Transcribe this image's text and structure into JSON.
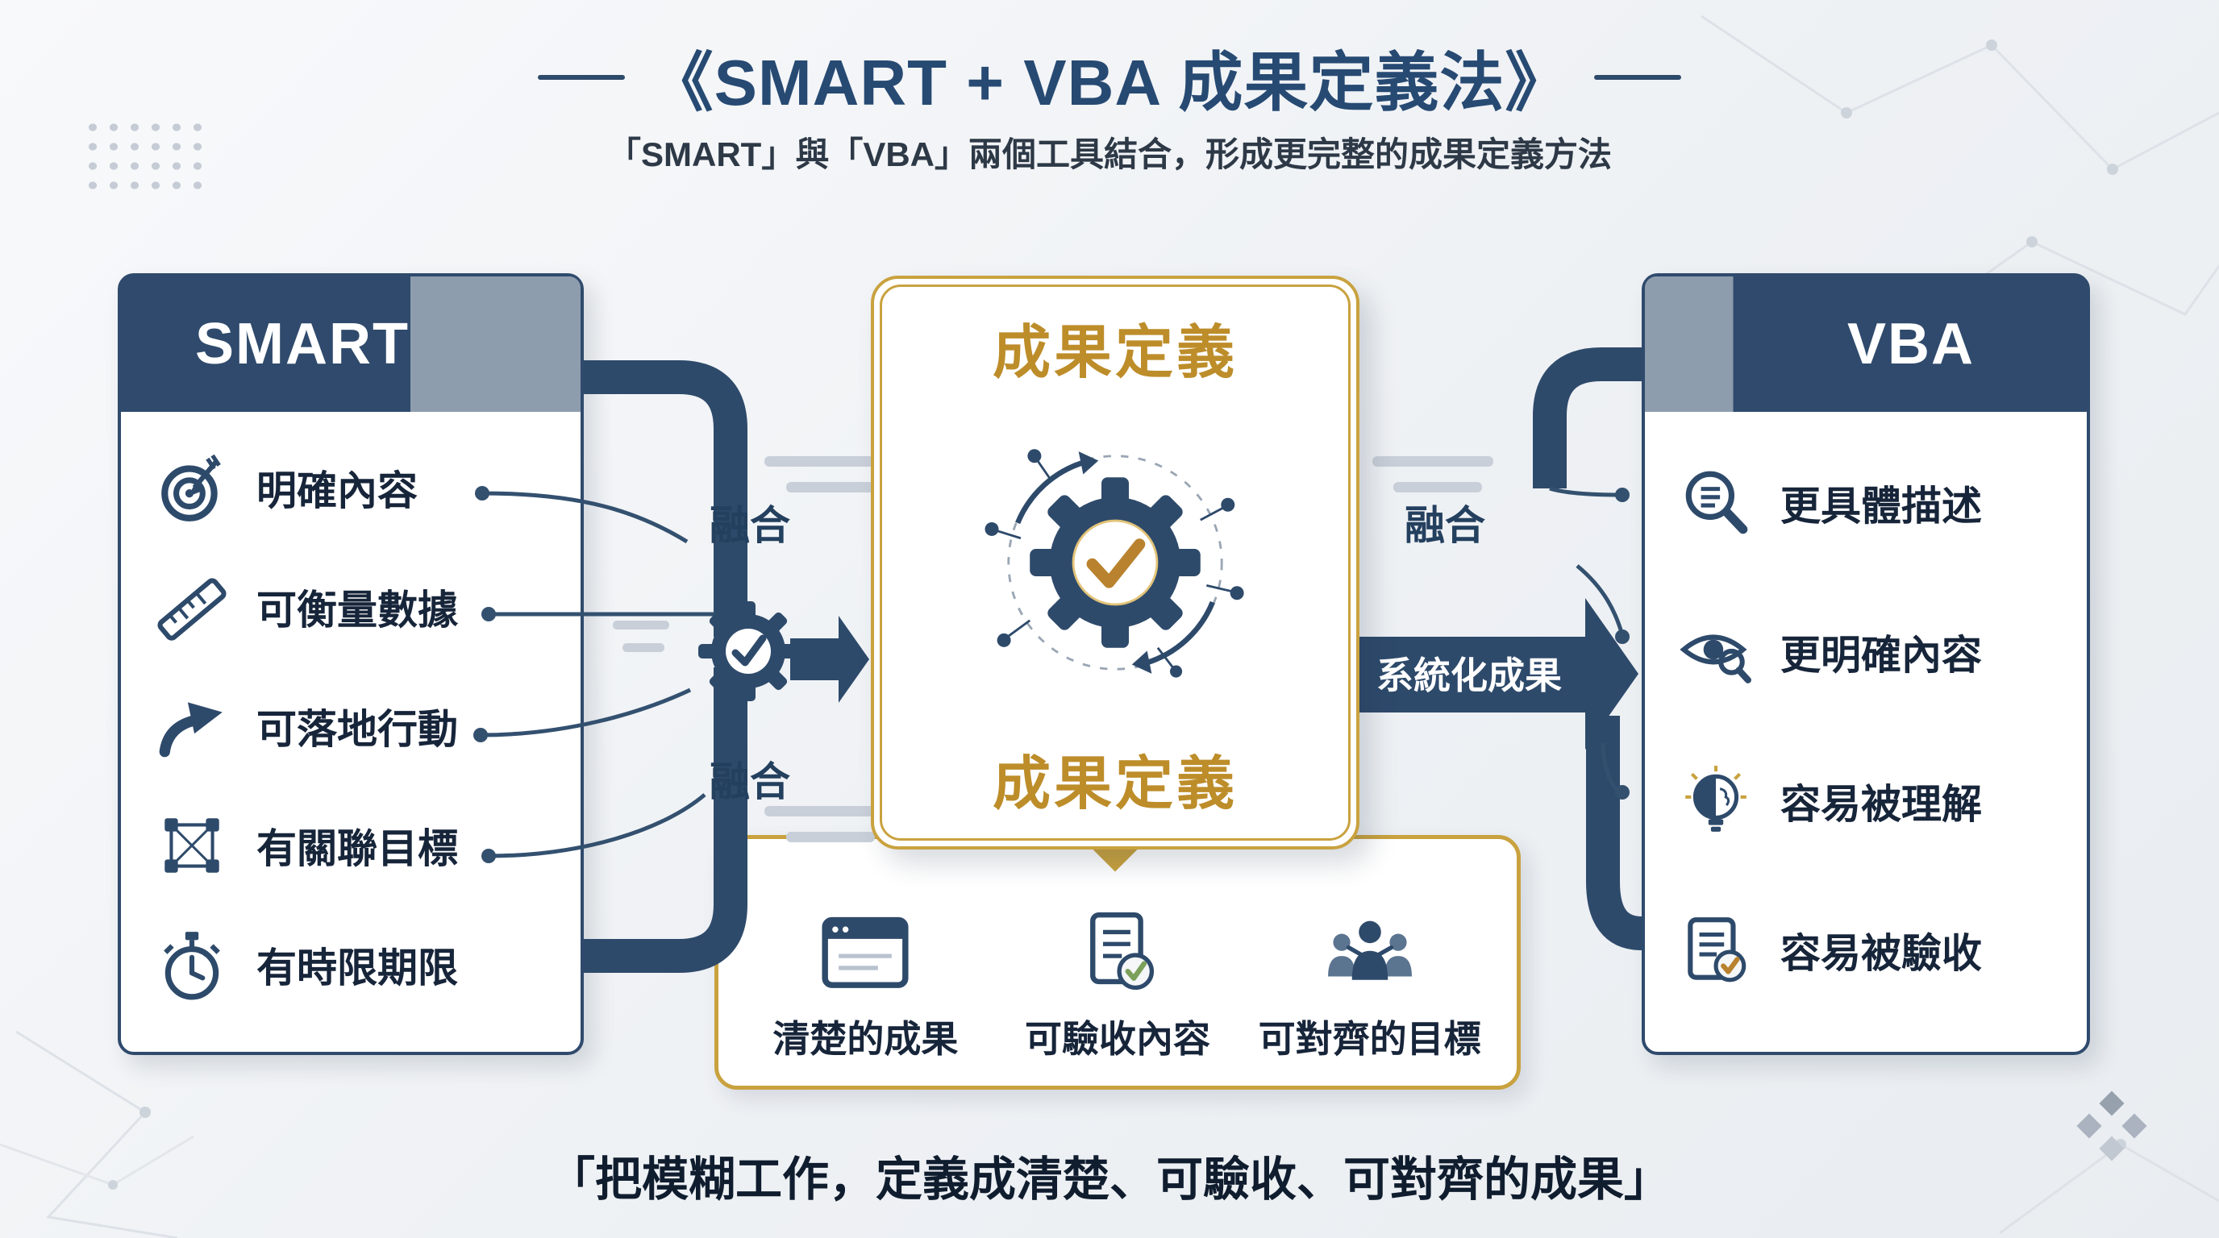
{
  "title": "《SMART + VBA 成果定義法》",
  "subtitle": "「SMART」與「VBA」兩個工具結合，形成更完整的成果定義方法",
  "smart_panel": {
    "header": "SMART",
    "items": [
      {
        "icon": "target-icon",
        "label": "明確內容"
      },
      {
        "icon": "ruler-icon",
        "label": "可衡量數據"
      },
      {
        "icon": "action-arrow-icon",
        "label": "可落地行動"
      },
      {
        "icon": "network-icon",
        "label": "有關聯目標"
      },
      {
        "icon": "stopwatch-icon",
        "label": "有時限期限"
      }
    ]
  },
  "vba_panel": {
    "header": "VBA",
    "items": [
      {
        "icon": "magnifier-text-icon",
        "label": "更具體描述"
      },
      {
        "icon": "eye-magnifier-icon",
        "label": "更明確內容"
      },
      {
        "icon": "lightbulb-icon",
        "label": "容易被理解"
      },
      {
        "icon": "document-check-icon",
        "label": "容易被驗收"
      }
    ]
  },
  "center_card": {
    "top_label": "成果定義",
    "bottom_label": "成果定義"
  },
  "flow": {
    "fuse_left_top": "融合",
    "fuse_left_bottom": "融合",
    "fuse_right": "融合",
    "systemized_label": "系統化成果"
  },
  "bottom_box": {
    "items": [
      {
        "icon": "browser-window-icon",
        "label": "清楚的成果"
      },
      {
        "icon": "document-check-icon",
        "label": "可驗收內容"
      },
      {
        "icon": "team-align-icon",
        "label": "可對齊的目標"
      }
    ]
  },
  "footer_quote": "「把模糊工作，定義成清楚、可驗收、可對齊的成果」",
  "colors": {
    "navy": "#2e4a6b",
    "gold": "#c9a23f",
    "gold_text": "#bd8d2a",
    "background": "#f2f4f6"
  }
}
